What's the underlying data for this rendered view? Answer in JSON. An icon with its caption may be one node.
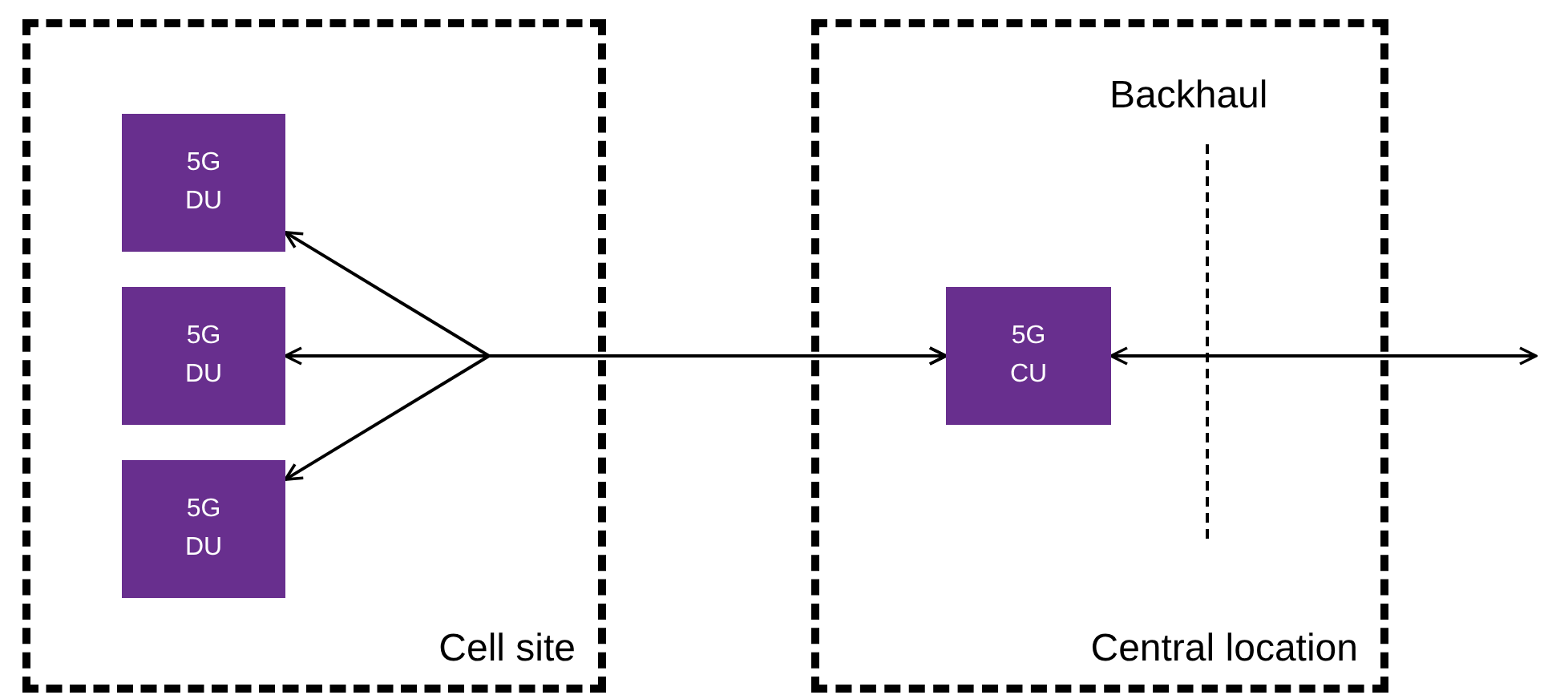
{
  "diagram": {
    "nodes": [
      {
        "text": [
          "Cell site"
        ]
      },
      {
        "text": [
          "5G DU"
        ],
        "in": 0
      },
      {
        "text": [
          "5G DU"
        ],
        "in": 0
      },
      {
        "text": [
          "5G DU"
        ],
        "in": 0
      },
      {
        "text": [
          "Central location"
        ]
      },
      {
        "text": [
          "5G CU"
        ],
        "in": 4
      }
    ],
    "edges": [
      {
        "from": 1,
        "to": 5,
        "arrow": "both"
      },
      {
        "from": 2,
        "to": 5,
        "arrow": "both"
      },
      {
        "from": 3,
        "to": 5,
        "arrow": "both"
      },
      {
        "from": 5,
        "to": null,
        "arrow": "both"
      }
    ],
    "labels": [
      "Backhaul"
    ]
  }
}
